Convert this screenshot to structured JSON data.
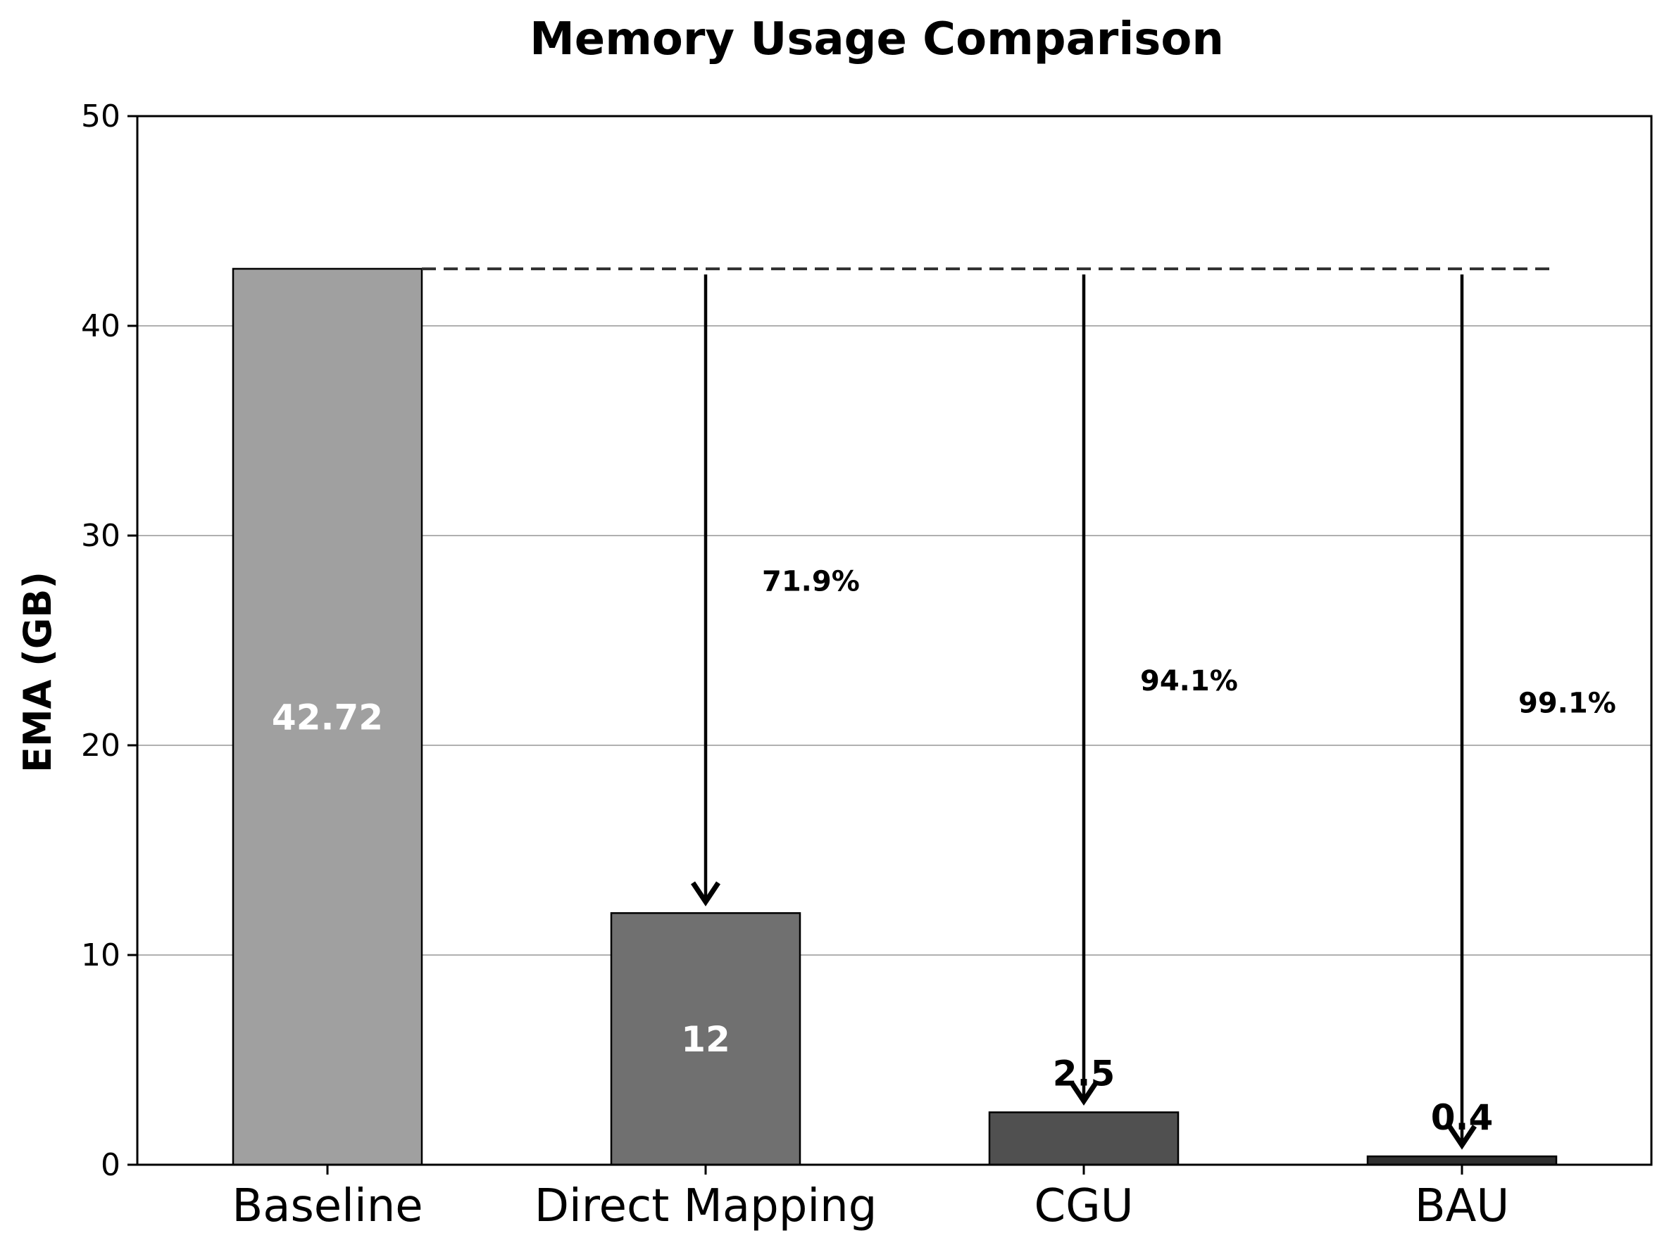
{
  "chart_data": {
    "type": "bar",
    "title": "Memory Usage Comparison",
    "xlabel": "",
    "ylabel": "EMA (GB)",
    "ylim": [
      0,
      50
    ],
    "yticks": [
      0,
      10,
      20,
      30,
      40,
      50
    ],
    "grid": "horizontal",
    "categories": [
      "Baseline",
      "Direct Mapping",
      "CGU",
      "BAU"
    ],
    "values": [
      42.72,
      12,
      2.5,
      0.4
    ],
    "value_labels": [
      "42.72",
      "12",
      "2.5",
      "0.4"
    ],
    "value_label_positions": [
      "inside",
      "inside",
      "above",
      "above"
    ],
    "bar_colors": [
      "#a0a0a0",
      "#707070",
      "#505050",
      "#303030"
    ],
    "baseline_reference": 42.72,
    "reductions": [
      {
        "category": "Direct Mapping",
        "label": "71.9%"
      },
      {
        "category": "CGU",
        "label": "94.1%"
      },
      {
        "category": "BAU",
        "label": "99.1%"
      }
    ]
  }
}
